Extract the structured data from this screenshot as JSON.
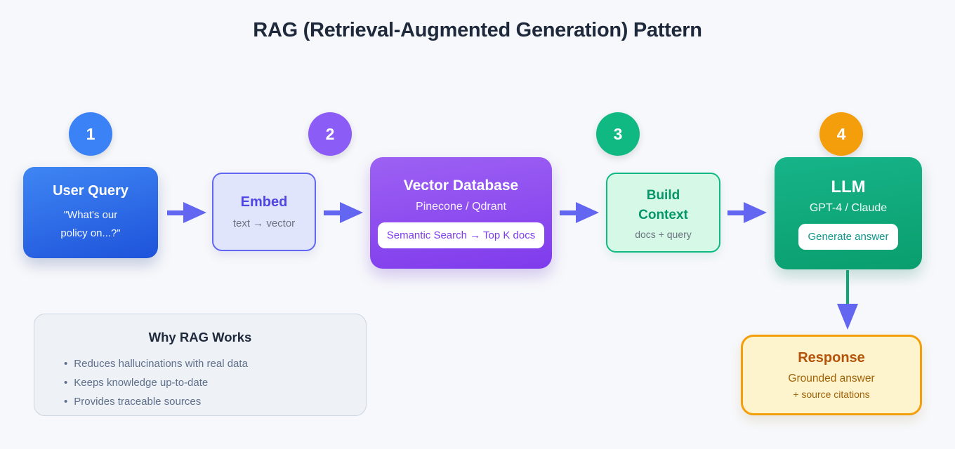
{
  "page": {
    "title": "RAG (Retrieval-Augmented Generation) Pattern"
  },
  "badges": [
    {
      "number": "1"
    },
    {
      "number": "2"
    },
    {
      "number": "3"
    },
    {
      "number": "4"
    }
  ],
  "flow": {
    "user_query": {
      "title": "User Query",
      "subtitle_line1": "\"What's our",
      "subtitle_line2": "policy on...?\""
    },
    "embed": {
      "title": "Embed",
      "subtitle": "text → vector"
    },
    "vector_db": {
      "title": "Vector Database",
      "subtitle": "Pinecone / Qdrant",
      "chip": "Semantic Search → Top K docs"
    },
    "build_context": {
      "title_line1": "Build",
      "title_line2": "Context",
      "subtitle": "docs + query"
    },
    "llm": {
      "title": "LLM",
      "subtitle": "GPT-4 / Claude",
      "chip": "Generate answer"
    },
    "response": {
      "title": "Response",
      "subtitle_line1": "Grounded answer",
      "subtitle_line2": "+ source citations"
    }
  },
  "info_panel": {
    "title": "Why RAG Works",
    "bullets": [
      "Reduces hallucinations with real data",
      "Keeps knowledge up-to-date",
      "Provides traceable sources"
    ]
  },
  "colors": {
    "page_bg": "#f7f8fb",
    "title_text": "#1e293b",
    "step1_blue": "#3b82f6",
    "step2_purple": "#8b5cf6",
    "step3_green": "#10b981",
    "step4_orange": "#f59e0b",
    "arrow_indigo": "#6366f1",
    "uq_grad_start": "#3f86f4",
    "uq_grad_end": "#1e53da",
    "embed_bg": "#e0e5fb",
    "embed_border": "#6366f1",
    "embed_title": "#4f46e5",
    "vector_grad_start": "#9d61f3",
    "vector_grad_end": "#7f3bec",
    "chip_purple_text": "#7c3aed",
    "context_bg": "#d6f9e7",
    "context_border": "#10b981",
    "context_title": "#059669",
    "llm_grad_start": "#16b489",
    "llm_grad_end": "#0a9e6d",
    "chip_teal_text": "#0d9488",
    "response_bg": "#fdf3cd",
    "response_border": "#f59e0b",
    "response_title": "#b45309",
    "response_text": "#a16207",
    "muted_text": "#6b7280",
    "panel_bg": "#eef1f6",
    "panel_border": "#ccd5e2",
    "panel_text": "#5f708c",
    "down_arrow_stem": "#10a574"
  }
}
